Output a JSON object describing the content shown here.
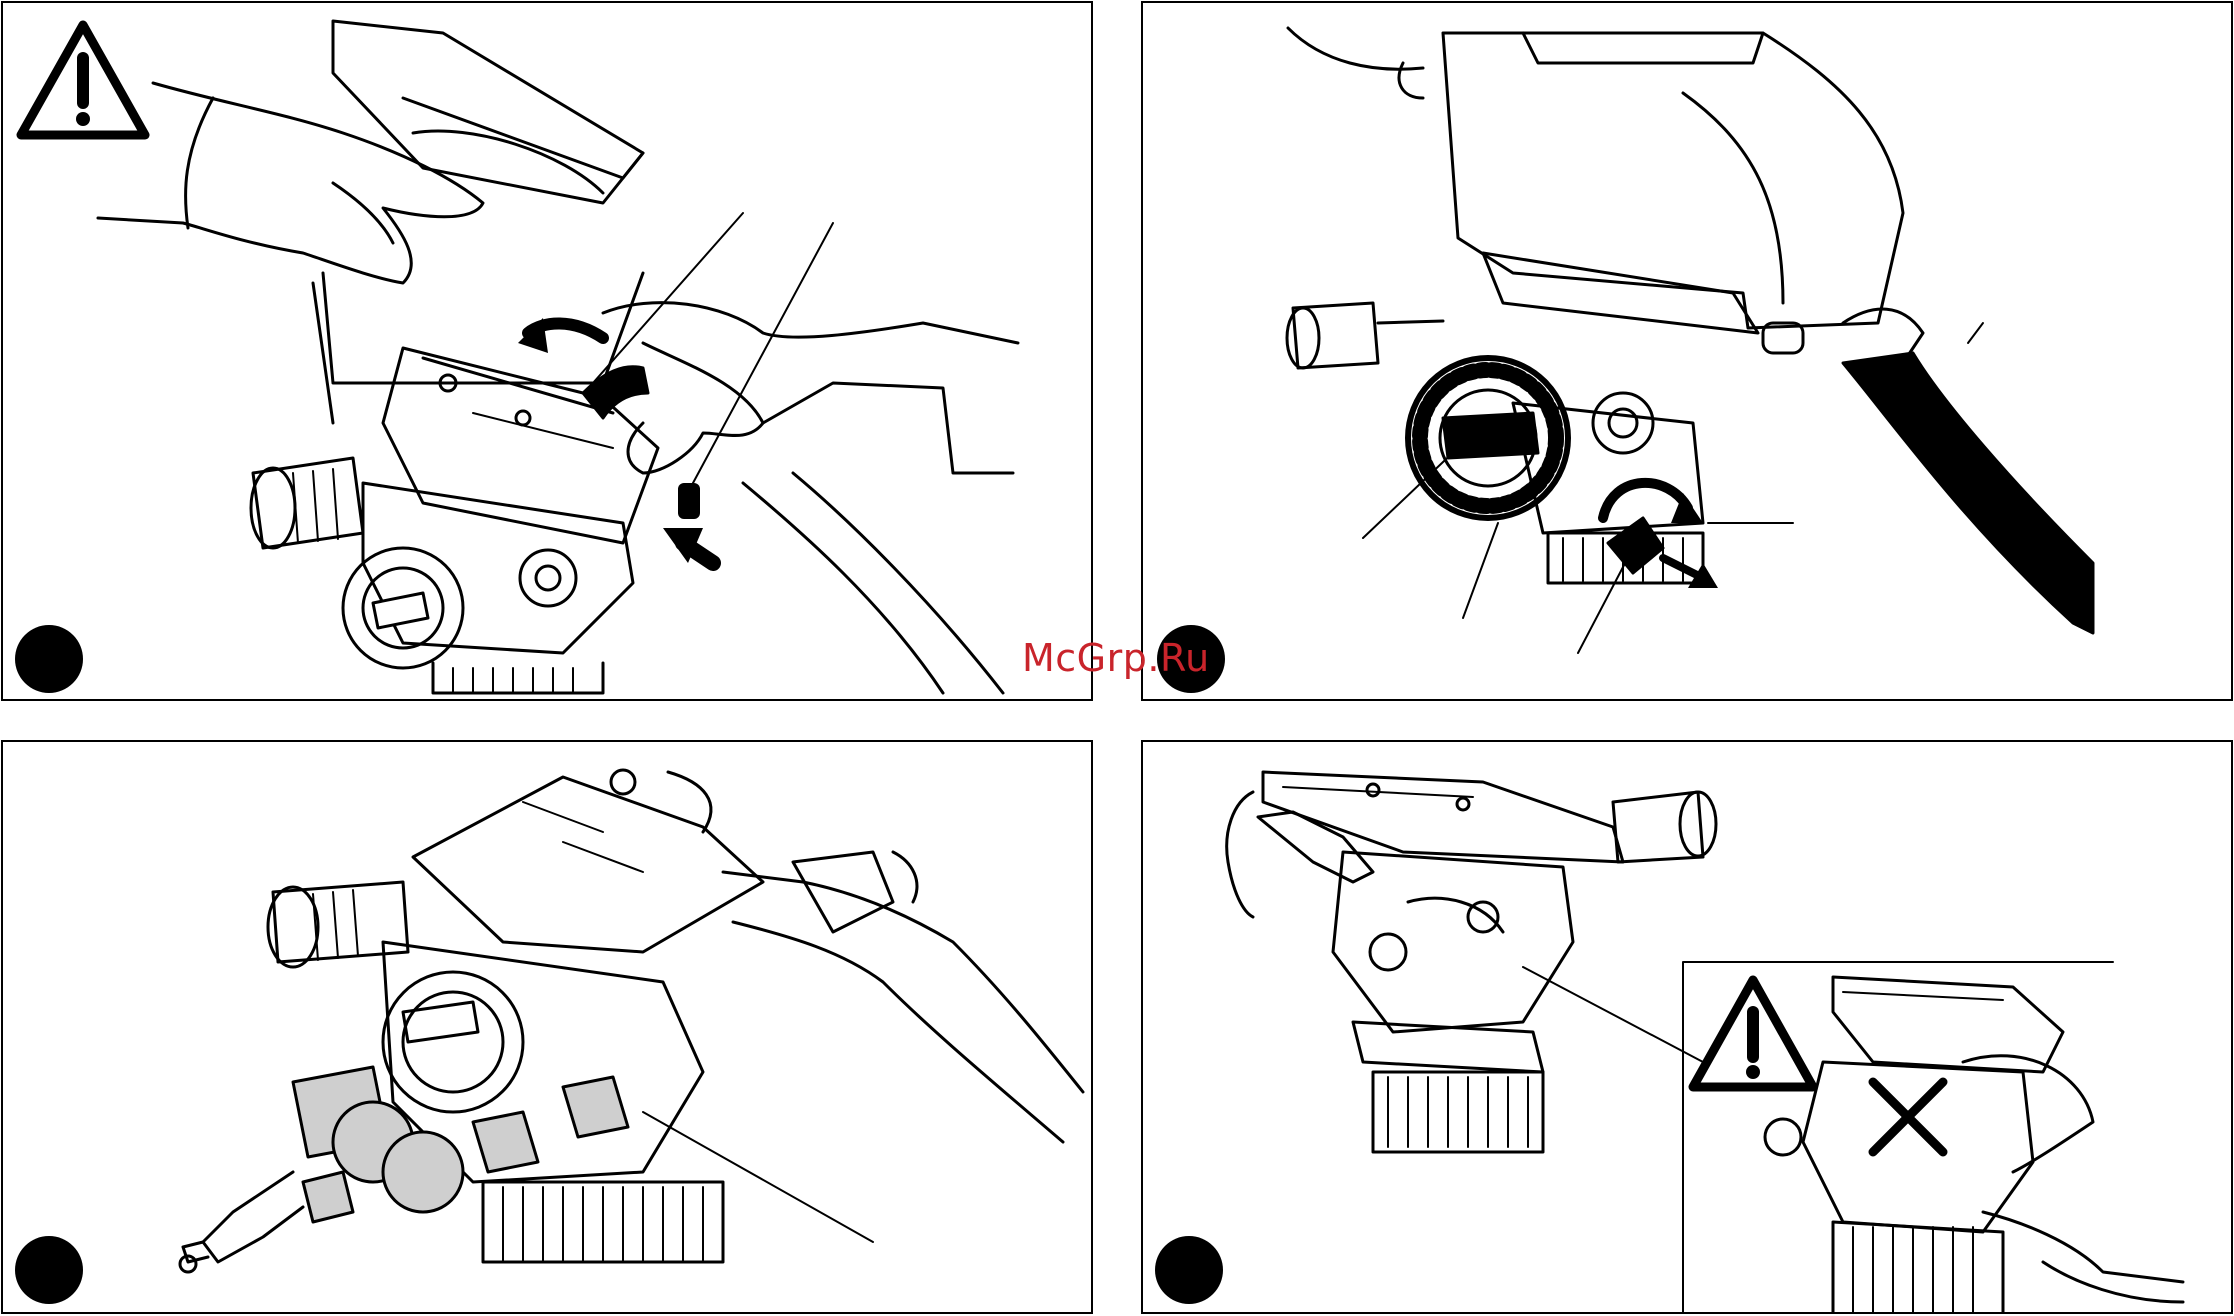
{
  "watermark": {
    "text": "McGrp.Ru",
    "color": "#c9242b"
  },
  "panels": [
    {
      "id": "step-1",
      "warning_icon": "warning-triangle-icon",
      "step_marker": "step-number-dot"
    },
    {
      "id": "step-2",
      "step_marker": "step-number-dot"
    },
    {
      "id": "step-3",
      "step_marker": "step-number-dot"
    },
    {
      "id": "step-4",
      "warning_icon": "warning-triangle-icon",
      "prohibited_icon": "cross-icon",
      "step_marker": "step-number-dot"
    }
  ]
}
